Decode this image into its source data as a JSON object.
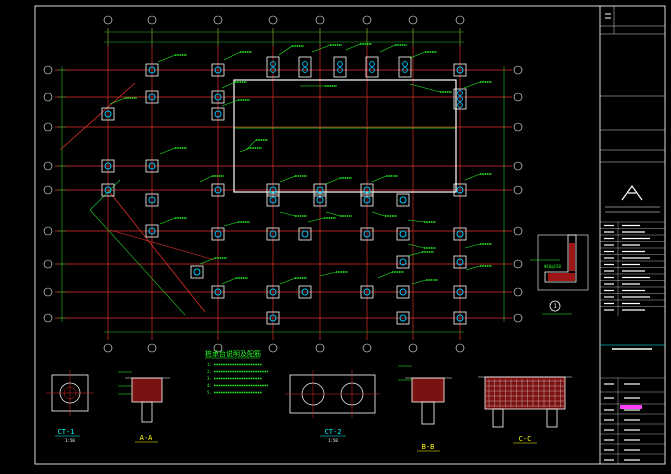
{
  "colors": {
    "background": "#000000",
    "frame": "#d8d8d8",
    "grid_axis": "#e0302a",
    "dimension": "#25c425",
    "pile_cap": "#ffffff",
    "pile": "#00c8ff",
    "beam_label": "#22ff22",
    "section_title": "#00ffff",
    "section_title_b": "#ffff00",
    "rebar_fill": "#e02020",
    "titleblock_line": "#00ffff",
    "highlight_tag": "#ff40ff"
  },
  "drawing": {
    "detail_circle_number": "1",
    "notes_title": "桩承台说明及配筋",
    "notes_lines": [
      "1.",
      "2.",
      "3.",
      "4.",
      "5."
    ]
  },
  "sections": [
    {
      "key": "ct1",
      "label": "CT-1",
      "sub": "1:50"
    },
    {
      "key": "aa",
      "label": "A-A",
      "sub": ""
    },
    {
      "key": "ct2",
      "label": "CT-2",
      "sub": "1:50"
    },
    {
      "key": "bb",
      "label": "B-B",
      "sub": ""
    },
    {
      "key": "cc",
      "label": "C-C",
      "sub": ""
    }
  ],
  "title_block": {
    "rows_count": 14
  }
}
